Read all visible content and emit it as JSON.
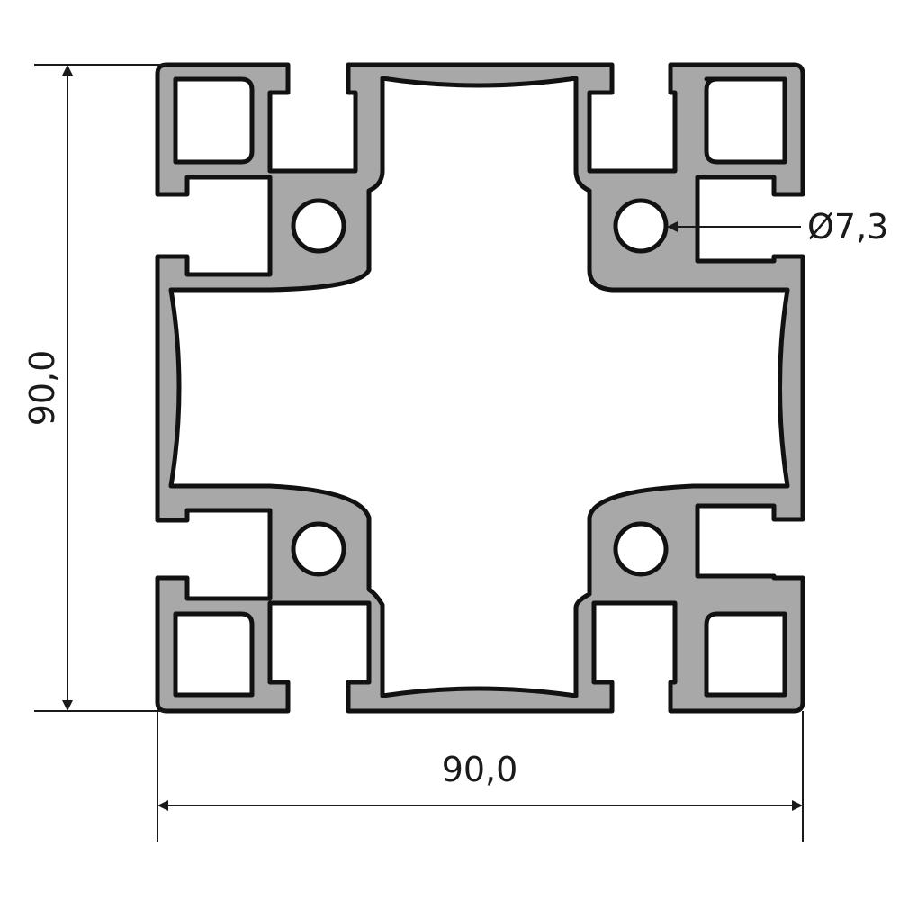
{
  "dimensions": {
    "height_label": "90,0",
    "width_label": "90,0",
    "hole_diameter_label": "Ø7,3"
  },
  "colors": {
    "profile_fill": "#a8a8a8",
    "outline": "#111111",
    "background": "#ffffff"
  }
}
